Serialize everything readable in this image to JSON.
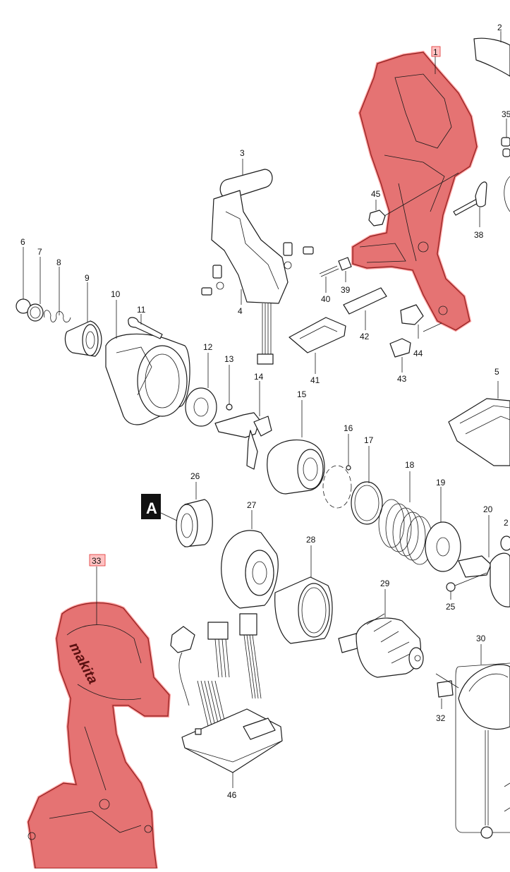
{
  "diagram": {
    "highlight_color": "#e05a5a",
    "callouts": {
      "p1": "1",
      "p2": "2",
      "p3": "3",
      "p4": "4",
      "p5": "5",
      "p6": "6",
      "p7": "7",
      "p8": "8",
      "p9": "9",
      "p10": "10",
      "p11": "11",
      "p12": "12",
      "p13": "13",
      "p14": "14",
      "p15": "15",
      "p16": "16",
      "p17": "17",
      "p18": "18",
      "p19": "19",
      "p20": "20",
      "p21": "2",
      "p25": "25",
      "p26": "26",
      "p27": "27",
      "p28": "28",
      "p29": "29",
      "p30": "30",
      "p32": "32",
      "p33": "33",
      "p35": "35",
      "p38": "38",
      "p39": "39",
      "p40": "40",
      "p41": "41",
      "p42": "42",
      "p43": "43",
      "p44": "44",
      "p45": "45",
      "p46": "46"
    },
    "section_marker": "A",
    "logo_text": "makita"
  }
}
